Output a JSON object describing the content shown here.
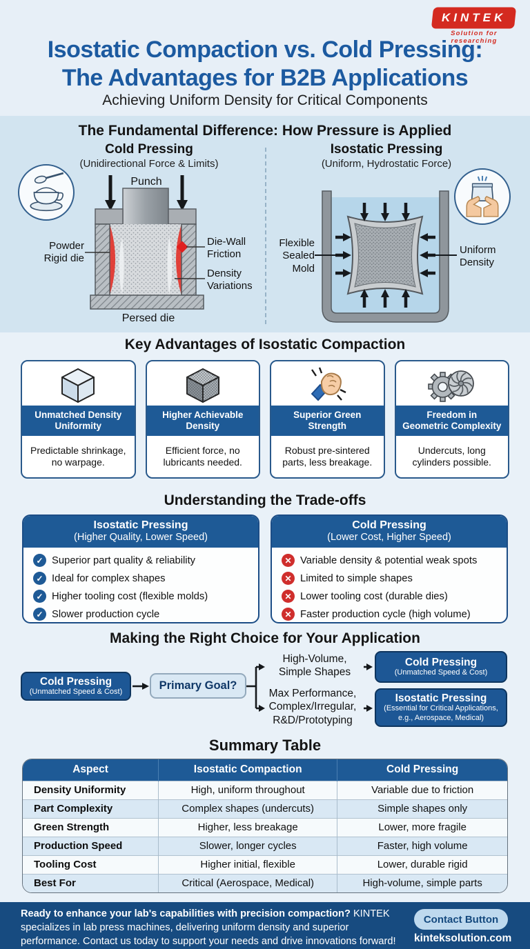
{
  "logo": {
    "brand": "KINTEK",
    "tagline": "Solution for researching"
  },
  "header": {
    "title_line1": "Isostatic Compaction vs. Cold Pressing:",
    "title_line2": "The Advantages for B2B Applications",
    "subtitle": "Achieving Uniform Density for Critical Components"
  },
  "fundamental": {
    "heading": "The Fundamental Difference: How Pressure is Applied",
    "cold": {
      "title": "Cold Pressing",
      "subtitle": "(Unidirectional Force & Limits)",
      "labels": {
        "punch": "Punch",
        "powder": "Powder\nRigid die",
        "die_wall": "Die-Wall\nFriction",
        "density": "Density\nVariations",
        "bottom": "Persed die"
      }
    },
    "iso": {
      "title": "Isostatic Pressing",
      "subtitle": "(Uniform, Hydrostatic Force)",
      "labels": {
        "mold": "Flexible\nSealed\nMold",
        "uniform": "Uniform\nDensity"
      }
    }
  },
  "advantages": {
    "heading": "Key Advantages of Isostatic Compaction",
    "cards": [
      {
        "icon": "cube-outline-icon",
        "title": "Unmatched Density\nUniformity",
        "desc": "Predictable shrinkage,\nno warpage."
      },
      {
        "icon": "dense-cube-icon",
        "title": "Higher Achievable\nDensity",
        "desc": "Efficient force, no\nlubricants needed."
      },
      {
        "icon": "clapping-hands-icon",
        "title": "Superior Green\nStrength",
        "desc": "Robust pre-sintered\nparts, less breakage."
      },
      {
        "icon": "gear-turbine-icon",
        "title": "Freedom in\nGeometric Complexity",
        "desc": "Undercuts, long\ncylinders possible."
      }
    ]
  },
  "tradeoffs": {
    "heading": "Understanding the Trade-offs",
    "left": {
      "title": "Isostatic Pressing",
      "subtitle": "(Higher Quality, Lower Speed)",
      "items": [
        "Superior part quality & reliability",
        "Ideal for complex shapes",
        "Higher tooling cost (flexible molds)",
        "Slower production cycle"
      ]
    },
    "right": {
      "title": "Cold Pressing",
      "subtitle": "(Lower Cost, Higher Speed)",
      "items": [
        "Variable density & potential weak spots",
        "Limited to simple shapes",
        "Lower tooling cost (durable dies)",
        "Faster production cycle (high volume)"
      ]
    }
  },
  "icons": {
    "check": "✓",
    "cross": "✕"
  },
  "choice": {
    "heading": "Making the Right Choice for Your Application",
    "start": {
      "title": "Cold Pressing",
      "subtitle": "(Unmatched Speed & Cost)"
    },
    "decision": "Primary Goal?",
    "branch_top": {
      "label": "High-Volume,\nSimple Shapes",
      "result_title": "Cold Pressing",
      "result_subtitle": "(Unmatched Speed & Cost)"
    },
    "branch_bottom": {
      "label": "Max Performance,\nComplex/Irregular,\nR&D/Prototyping",
      "result_title": "Isostatic Pressing",
      "result_subtitle": "(Essential for Critical Applications,\ne.g., Aerospace, Medical)"
    }
  },
  "summary": {
    "heading": "Summary Table",
    "columns": [
      "Aspect",
      "Isostatic Compaction",
      "Cold Pressing"
    ],
    "rows": [
      {
        "aspect": "Density Uniformity",
        "iso": "High, uniform throughout",
        "cold": "Variable due to friction"
      },
      {
        "aspect": "Part Complexity",
        "iso": "Complex shapes (undercuts)",
        "cold": "Simple shapes only"
      },
      {
        "aspect": "Green Strength",
        "iso": "Higher, less breakage",
        "cold": "Lower, more fragile"
      },
      {
        "aspect": "Production Speed",
        "iso": "Slower, longer cycles",
        "cold": "Faster, high volume"
      },
      {
        "aspect": "Tooling Cost",
        "iso": "Higher initial, flexible",
        "cold": "Lower, durable rigid"
      },
      {
        "aspect": "Best For",
        "iso": "Critical (Aerospace, Medical)",
        "cold": "High-volume, simple parts"
      }
    ]
  },
  "footer": {
    "text_bold": "Ready to enhance your lab's capabilities with precision compaction?",
    "text_regular": " KINTEK specializes in lab press machines, delivering uniform density and superior performance. Contact us today to support your needs and drive innovations forward!",
    "button": "Contact Button",
    "website": "kinteksolution.com"
  },
  "colors": {
    "accent_blue": "#1e5a96",
    "footer_blue": "#174b80",
    "brand_red": "#d42a20",
    "title_blue": "#1c5aa0"
  }
}
